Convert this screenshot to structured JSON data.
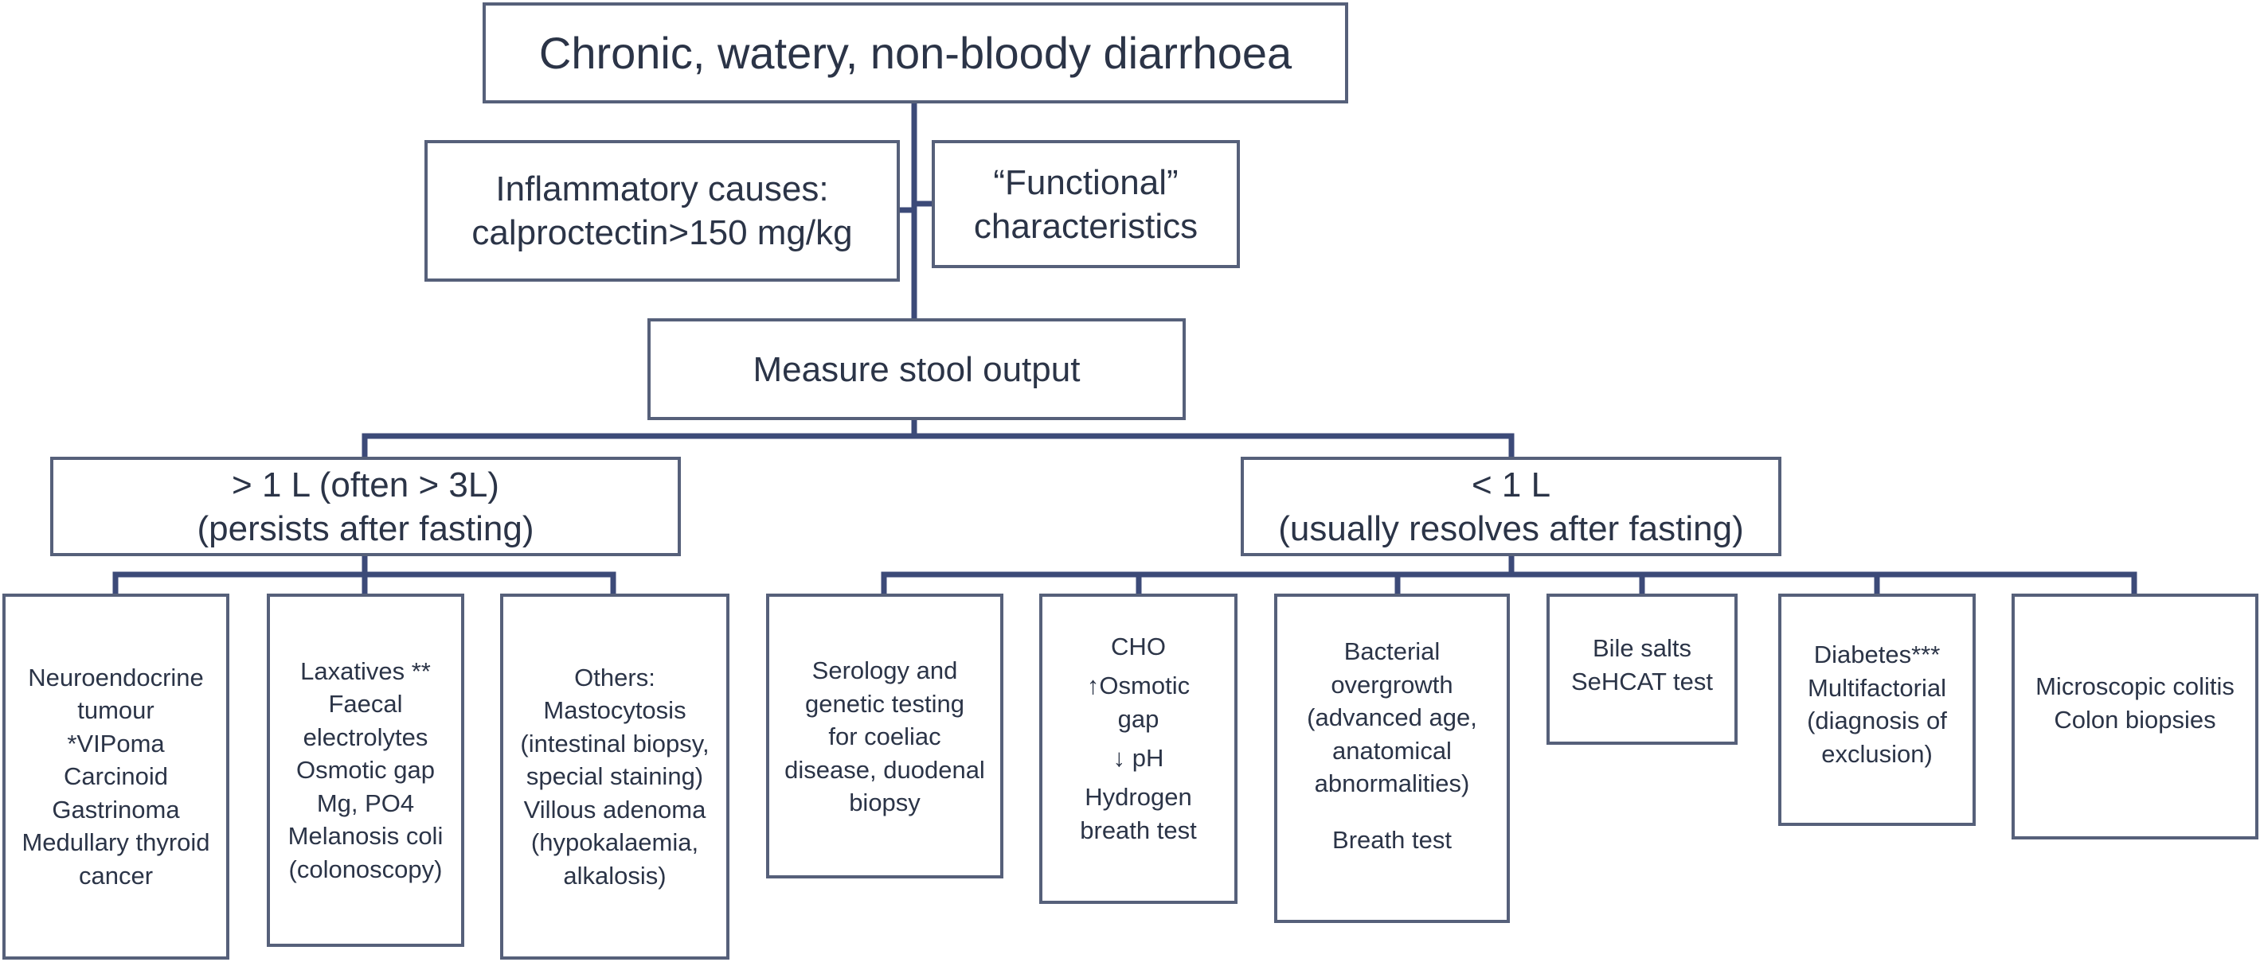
{
  "root": {
    "text": "Chronic, watery, non-bloody diarrhoea"
  },
  "inflammatory": {
    "lines": [
      "Inflammatory causes:",
      "calproctectin>150 mg/kg"
    ]
  },
  "functional": {
    "lines": [
      "“Functional”",
      "characteristics"
    ]
  },
  "measure": {
    "text": "Measure stool output"
  },
  "high_output": {
    "lines": [
      "> 1 L (often > 3L)",
      "(persists after fasting)"
    ]
  },
  "low_output": {
    "lines": [
      "< 1 L",
      "(usually resolves after fasting)"
    ]
  },
  "leaves": {
    "neuroendocrine": [
      "Neuroendocrine",
      "tumour",
      "*VIPoma",
      "Carcinoid",
      "Gastrinoma",
      "Medullary thyroid",
      "cancer"
    ],
    "laxatives": [
      "Laxatives **",
      "Faecal",
      "electrolytes",
      "Osmotic gap",
      "Mg, PO4",
      "Melanosis coli",
      "(colonoscopy)"
    ],
    "others": [
      "Others:",
      "Mastocytosis",
      "(intestinal biopsy,",
      "special staining)",
      "Villous adenoma",
      "(hypokalaemia,",
      "alkalosis)"
    ],
    "serology": [
      "Serology and",
      "genetic testing",
      "for coeliac",
      "disease, duodenal",
      "biopsy"
    ],
    "cho": [
      "CHO",
      "↑Osmotic",
      "gap",
      "↓ pH",
      "Hydrogen",
      "breath test"
    ],
    "bacterial": [
      "Bacterial",
      "overgrowth",
      "(advanced age,",
      "anatomical",
      "abnormalities)",
      "Breath test"
    ],
    "bile": [
      "Bile salts",
      "SeHCAT test"
    ],
    "diabetes": [
      "Diabetes***",
      "Multifactorial",
      "(diagnosis of",
      "exclusion)"
    ],
    "colitis": [
      "Microscopic colitis",
      "Colon biopsies"
    ]
  },
  "colors": {
    "box_border": "#56607a",
    "connector": "#3c4a78",
    "text": "#2b3447"
  }
}
